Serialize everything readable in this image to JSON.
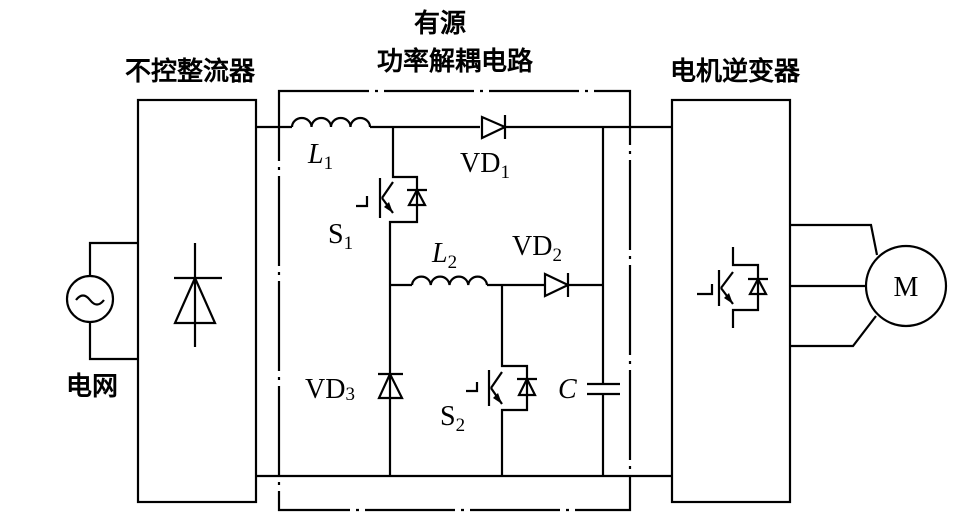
{
  "blocks": {
    "rectifier": "不控整流器",
    "decoupling_line1": "有源",
    "decoupling_line2": "功率解耦电路",
    "inverter": "电机逆变器",
    "grid": "电网",
    "motor": "M"
  },
  "components": {
    "L1": {
      "name": "L",
      "sub": "1"
    },
    "L2": {
      "name": "L",
      "sub": "2"
    },
    "VD1": {
      "name": "VD",
      "sub": "1"
    },
    "VD2": {
      "name": "VD",
      "sub": "2"
    },
    "VD3": {
      "name": "VD",
      "sub": "3"
    },
    "S1": {
      "name": "S",
      "sub": "1"
    },
    "S2": {
      "name": "S",
      "sub": "2"
    },
    "C": {
      "name": "C"
    }
  }
}
